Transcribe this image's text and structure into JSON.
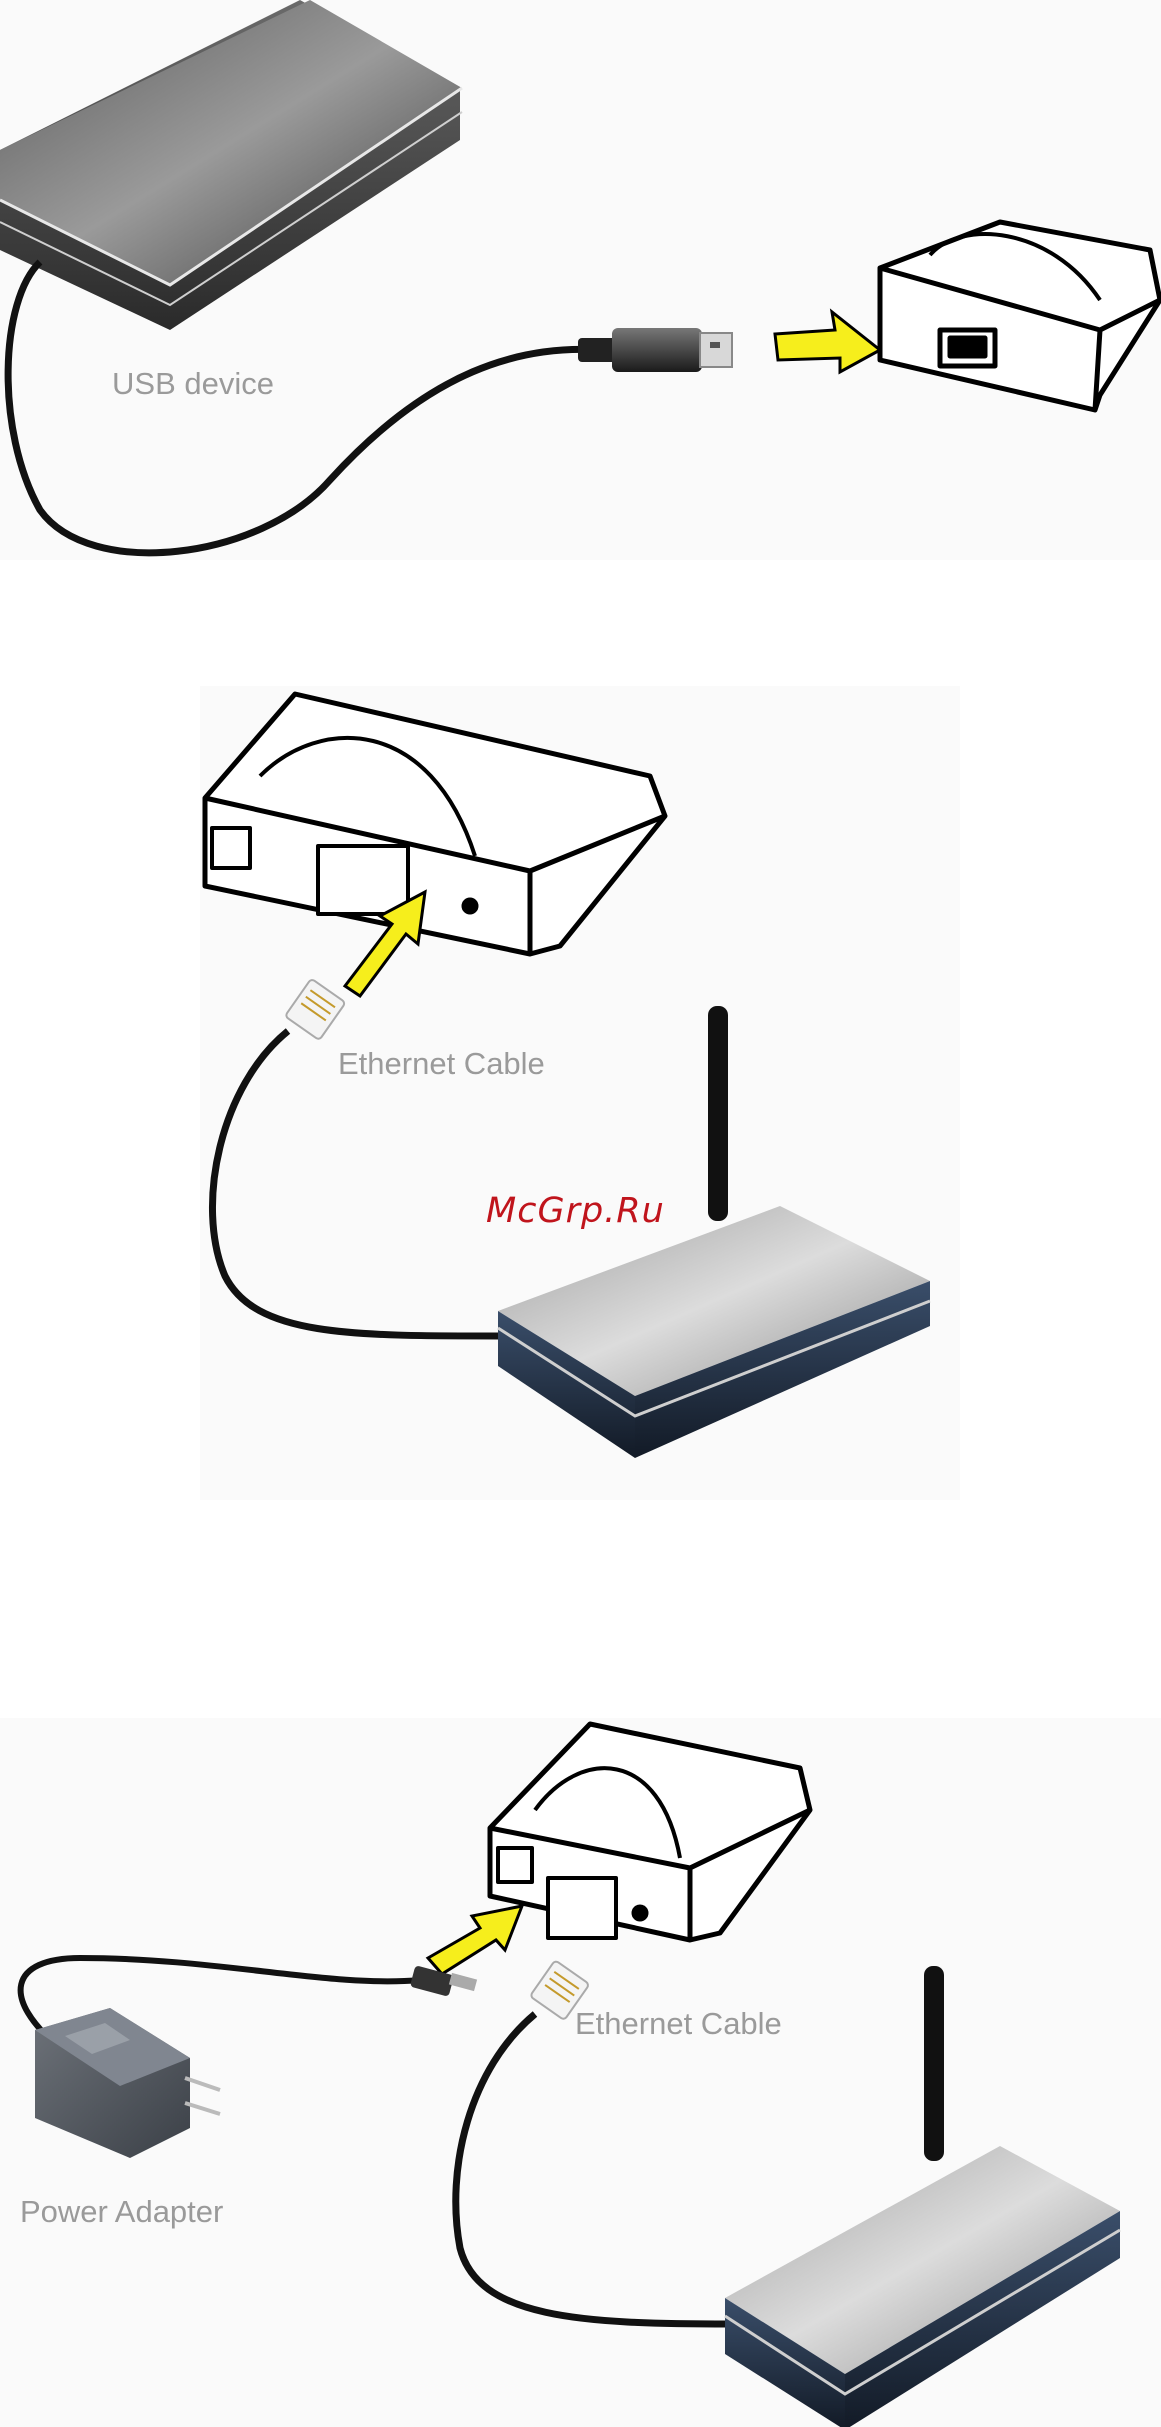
{
  "panels": [
    {
      "labels": {
        "usb_device": "USB device"
      }
    },
    {
      "labels": {
        "ethernet_cable": "Ethernet Cable"
      }
    },
    {
      "labels": {
        "ethernet_cable": "Ethernet Cable",
        "power_adapter": "Power Adapter"
      }
    }
  ],
  "watermark": "McGrp.Ru",
  "colors": {
    "arrow": "#f6ee1c",
    "label": "#9a9a9a",
    "watermark": "#c0141c",
    "router_top": "#b8b8b8",
    "router_front": "#2a3a52",
    "device_outline": "#000000",
    "cable": "#111111"
  }
}
